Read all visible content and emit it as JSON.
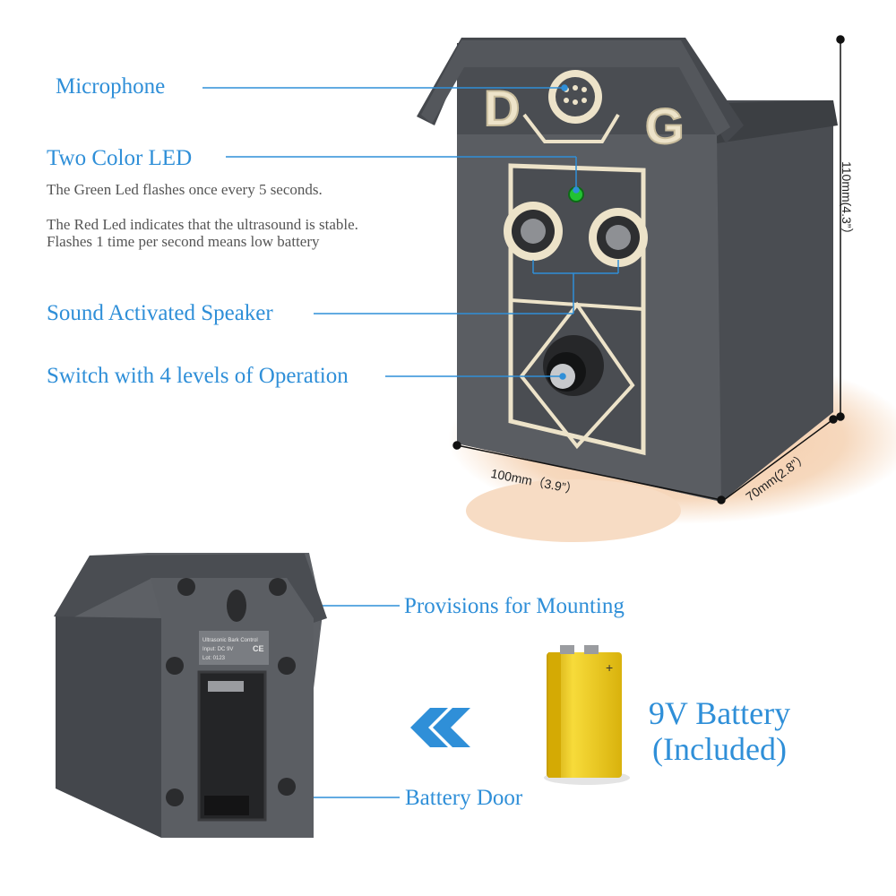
{
  "callouts": {
    "microphone": "Microphone",
    "led_title": "Two Color LED",
    "led_note1": "The Green Led flashes once every 5 seconds.",
    "led_note2a": "The Red Led indicates that the ultrasound is stable.",
    "led_note2b": "Flashes 1 time per second means low battery",
    "speaker": "Sound Activated Speaker",
    "switch": "Switch with 4 levels of Operation",
    "mounting": "Provisions for Mounting",
    "battery_door": "Battery Door"
  },
  "dimensions": {
    "width": "100mm（3.9”）",
    "depth": "70mm(2.8”）",
    "height": "110mm(4.3”）"
  },
  "battery": {
    "line1": "9V Battery",
    "line2": "(Included)"
  },
  "product": {
    "letter_d": "D",
    "letter_g": "G",
    "plate_text": "Ultrasonic Bark Control",
    "plate_input": "Input: DC 9V",
    "plate_lot": "Lot: 0123"
  },
  "colors": {
    "accent": "#2f8fd8",
    "device": "#5a5d62",
    "trim": "#ede3c9",
    "battery_yellow": "#f2cd16",
    "led_green": "#22c233"
  }
}
